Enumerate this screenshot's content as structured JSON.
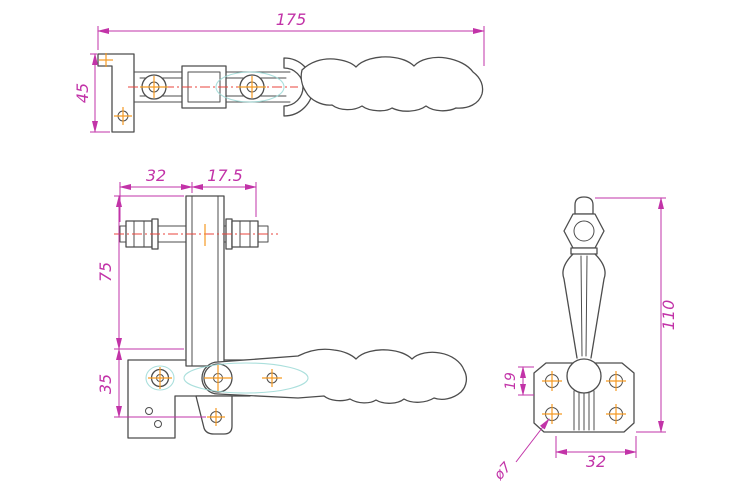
{
  "drawing": {
    "colors": {
      "outline": "#4d4d4d",
      "dimension": "#c233a8",
      "centerline": "#e8453c",
      "center_mark": "#f59a23",
      "highlight": "#9bd9d6",
      "background": "#ffffff"
    },
    "views": {
      "side_view": {
        "dims": {
          "overall_length": "175",
          "bracket_height": "45"
        }
      },
      "front_view": {
        "dims": {
          "spindle_to_arm": "32",
          "arm_to_spindle_end": "17.5",
          "arm_height": "75",
          "base_height": "35"
        }
      },
      "end_view": {
        "dims": {
          "overall_height": "110",
          "hole_row_offset": "19",
          "base_width": "32",
          "mounting_hole_diameter": "ø7"
        }
      }
    }
  }
}
